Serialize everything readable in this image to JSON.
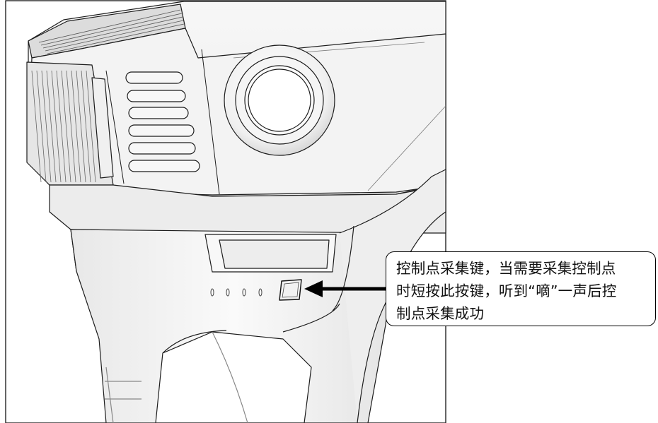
{
  "callout": {
    "lines": [
      "控制点采集键，当需要采集控制点",
      "时短按此按键，听到“嘀”一声后控",
      "制点采集成功"
    ]
  },
  "colors": {
    "line": "#000000",
    "device_fill": "#f4f4f4",
    "device_shade": "#e2e2e2",
    "arrow": "#000000"
  }
}
